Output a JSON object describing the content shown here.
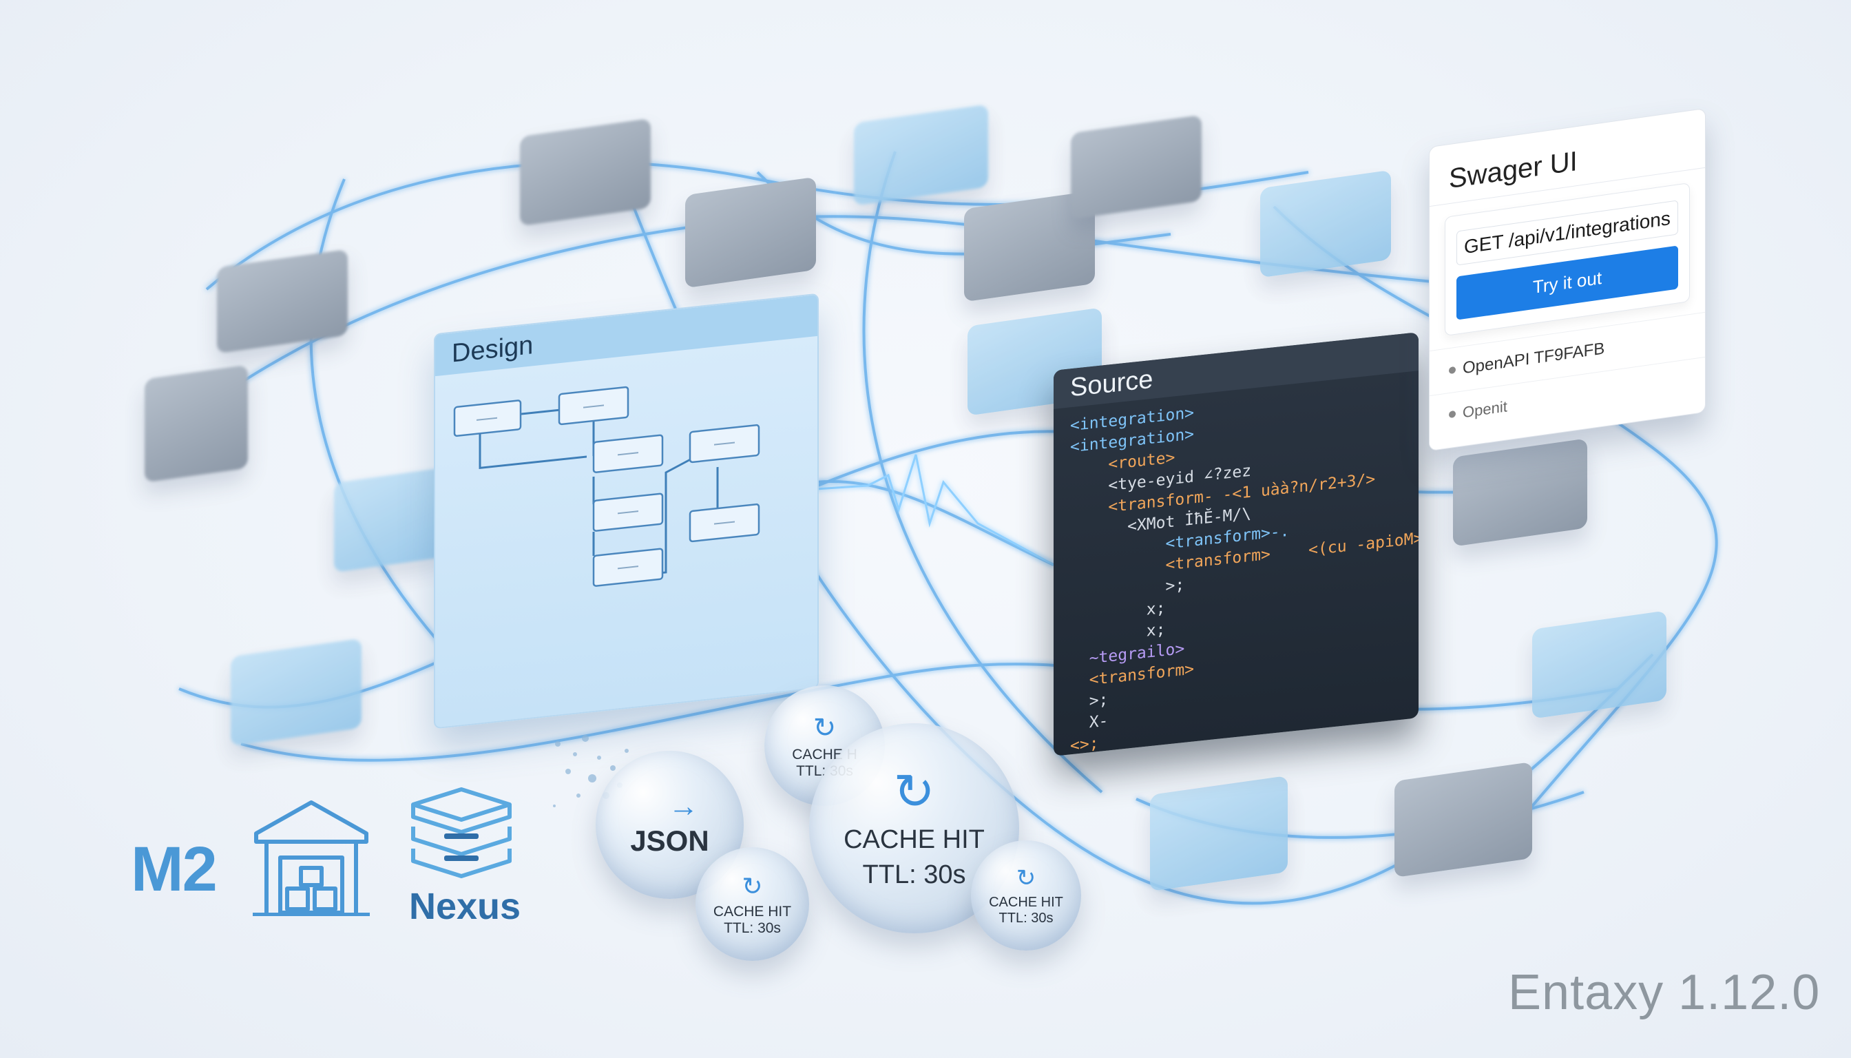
{
  "design_panel": {
    "title": "Design"
  },
  "source_panel": {
    "title": "Source",
    "code_lines": [
      "<integration>",
      "<integration>",
      "    <route>",
      "    <tye-eyid ∠?zez",
      "    <transform- -<1 uàà?n/r2+3/>",
      "      <XMot İħĔ-M/\\",
      "          <transform>-.",
      "          <transform>    <(cu -apioM>",
      "          >;",
      "",
      "        x;",
      "        x;",
      "  ~tegrailo>",
      "  <transform>",
      "  >;",
      "  X-",
      "<>;"
    ]
  },
  "swagger": {
    "title": "Swager UI",
    "endpoint": "GET /api/v1/integrations",
    "try_button": "Try it out",
    "item1": "OpenAPI TF9FAFB",
    "item2": "Openit"
  },
  "bubbles": {
    "json": "JSON",
    "cache_hit": "CACHE HIT",
    "ttl": "TTL: 30s",
    "small_top_label": "CACHE H",
    "small_top_ttl": "TTL: 30s"
  },
  "logos": {
    "m2": "M2",
    "nexus": "Nexus"
  },
  "version": "Entaxy 1.12.0",
  "colors": {
    "accent": "#1d7ee6",
    "glow": "#4aa8f0",
    "m2": "#4a98d6"
  }
}
